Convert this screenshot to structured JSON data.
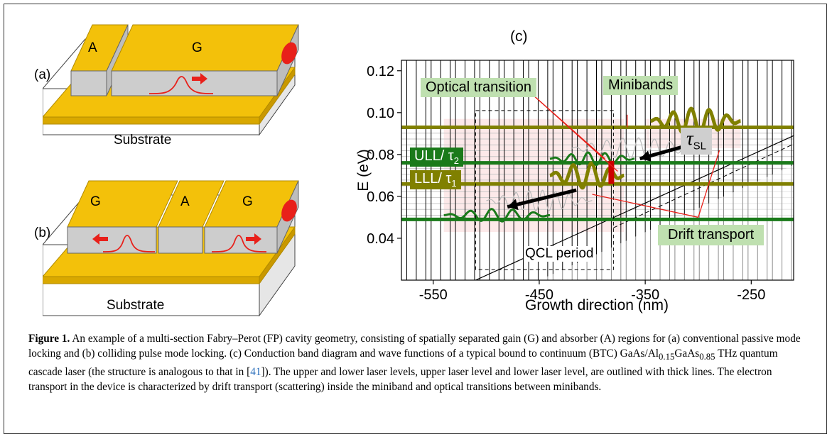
{
  "panels": {
    "a": {
      "label": "(a)",
      "sections": [
        "A",
        "G"
      ],
      "substrate": "Substrate"
    },
    "b": {
      "label": "(b)",
      "sections": [
        "G",
        "A",
        "G"
      ],
      "substrate": "Substrate"
    },
    "c": {
      "label": "(c)",
      "annotations": {
        "optical": "Optical transition",
        "minibands": "Minibands",
        "drift": "Drift transport",
        "period": "QCL period",
        "ull": "ULL/ τ",
        "ull_sub": "2",
        "lll": "LLL/ τ",
        "lll_sub": "1",
        "tau": "τ",
        "tau_sub": "SL"
      }
    }
  },
  "chart_data": {
    "type": "line",
    "title": "(c)",
    "xlabel": "Growth direction (nm)",
    "ylabel": "E (eV)",
    "xlim": [
      -580,
      -210
    ],
    "ylim": [
      0.02,
      0.125
    ],
    "x_ticks": [
      -550,
      -450,
      -350,
      -250
    ],
    "y_ticks": [
      0.04,
      0.06,
      0.08,
      0.1,
      0.12
    ],
    "x_tick_labels": [
      "-550",
      "-450",
      "-350",
      "-250"
    ],
    "y_tick_labels": [
      "0.04",
      "0.06",
      "0.08",
      "0.10",
      "0.12"
    ],
    "levels": [
      {
        "name": "ULL",
        "energy": 0.076,
        "color": "#1a7a1a"
      },
      {
        "name": "LLL",
        "energy": 0.066,
        "color": "#808000"
      },
      {
        "name": "upper-olive",
        "energy": 0.093,
        "color": "#808000"
      },
      {
        "name": "lower-green",
        "energy": 0.049,
        "color": "#1a7a1a"
      }
    ],
    "grid": false
  },
  "caption": {
    "figure": "Figure 1.",
    "text1": " An example of a multi-section Fabry–Perot (FP) cavity geometry, consisting of spatially separated gain (G) and absorber (A) regions for (a) conventional passive mode locking and (b) colliding pulse mode locking. (c) Conduction band diagram and wave functions of a typical bound to continuum (BTC) GaAs/Al",
    "sub1": "0.15",
    "text2": "GaAs",
    "sub2": "0.85",
    "text3": " THz quantum cascade laser (the structure is analogous to that in [",
    "ref": "41",
    "text4": "]). The upper and lower laser levels, upper laser level and lower laser level, are outlined with thick lines. The electron transport in the device is characterized by drift transport (scattering) inside the miniband and optical transitions between minibands."
  },
  "colors": {
    "gold": "#f3c10a",
    "gold_dark": "#d9a800",
    "gray_section": "#cdcdcd",
    "ridge_red": "#e8201a",
    "pulse_red": "#e8201a",
    "green_box": "#bfe0b0",
    "green_level": "#1a7a1a",
    "olive_level": "#808000"
  }
}
